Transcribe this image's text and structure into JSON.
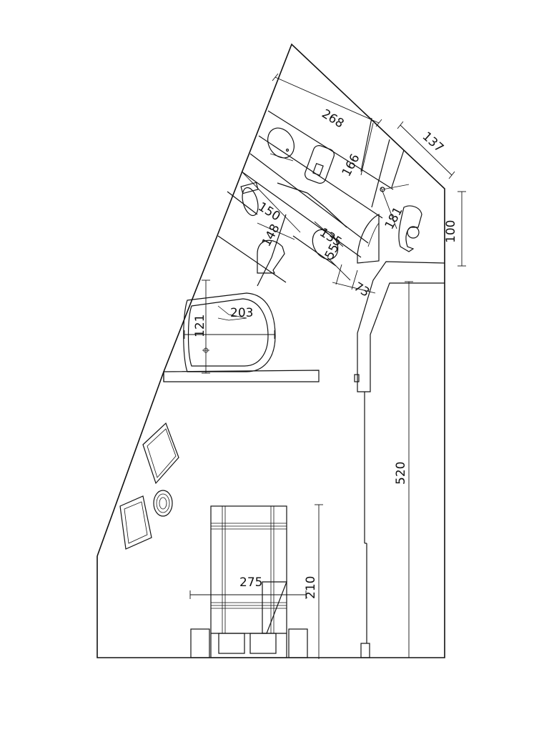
{
  "drawing": {
    "stroke_color": "#111111",
    "background": "#ffffff",
    "dimensions": {
      "d268": "268",
      "d137": "137",
      "d166": "166",
      "d100": "100",
      "d150": "150",
      "d148": "148",
      "d135": "135",
      "d55": "55",
      "d181": "181",
      "d73": "73",
      "d203": "203",
      "d121": "121",
      "d520": "520",
      "d275": "275",
      "d210": "210"
    }
  }
}
